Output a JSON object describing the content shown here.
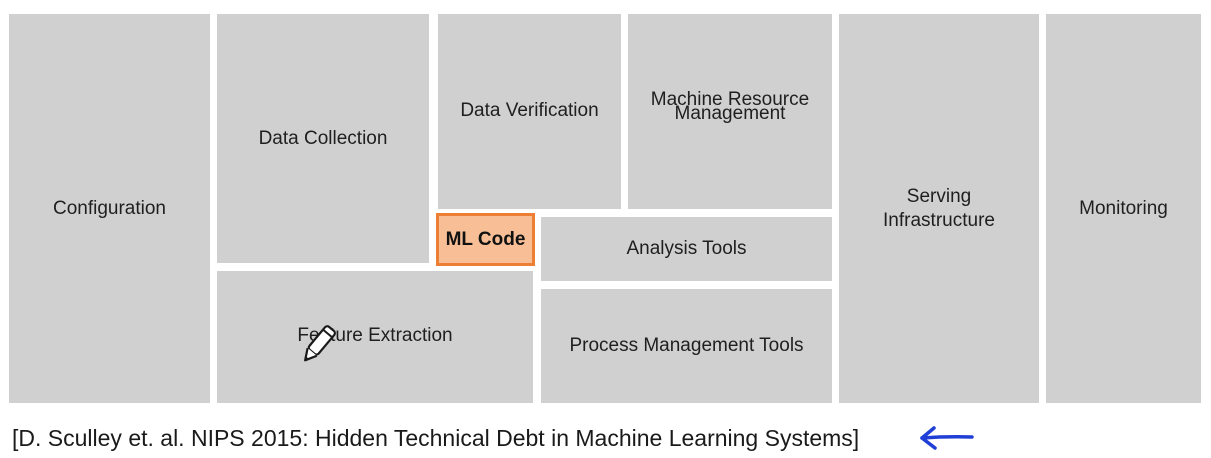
{
  "diagram": {
    "boxes": {
      "configuration": "Configuration",
      "data_collection": "Data Collection",
      "data_verification": "Data Verification",
      "machine_resource_management_line1": "Machine Resource",
      "machine_resource_management_line2": "Management",
      "ml_code": "ML Code",
      "analysis_tools": "Analysis Tools",
      "feature_extraction": "Feature Extraction",
      "process_management_tools": "Process Management Tools",
      "serving_infrastructure_line1": "Serving",
      "serving_infrastructure_line2": "Infrastructure",
      "monitoring": "Monitoring"
    },
    "colors": {
      "box_fill": "#d0d0d0",
      "ml_code_fill": "#f8bf96",
      "ml_code_border": "#ec7f33",
      "arrow": "#1f3fd6"
    }
  },
  "citation": "[D. Sculley et. al. NIPS 2015: Hidden Technical Debt in Machine Learning Systems]",
  "icons": [
    "pencil-icon",
    "arrow-left-icon"
  ]
}
